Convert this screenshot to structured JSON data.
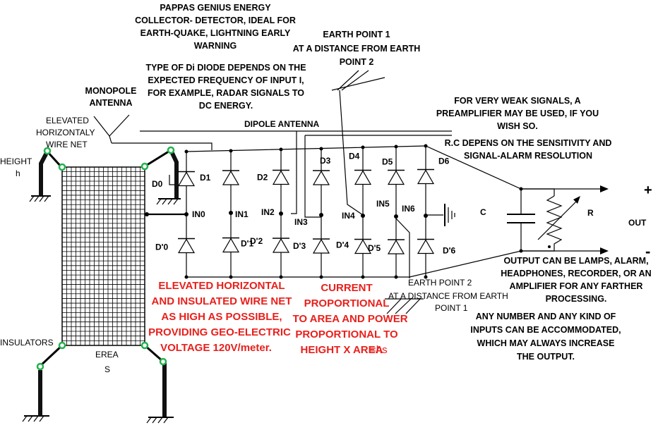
{
  "labels": {
    "title": [
      "PAPPAS GENIUS ENERGY",
      "COLLECTOR- DETECTOR, IDEAL FOR",
      "EARTH-QUAKE, LIGHTNING EARLY",
      "WARNING"
    ],
    "diode_note": [
      "TYPE OF Di DIODE DEPENDS ON THE",
      "EXPECTED FREQUENCY OF INPUT I,",
      "FOR EXAMPLE, RADAR SIGNALS TO",
      "DC ENERGY."
    ],
    "earth_point_1": [
      "EARTH POINT 1",
      "AT A DISTANCE FROM EARTH",
      "POINT 2"
    ],
    "monopole": [
      "MONOPOLE",
      "ANTENNA"
    ],
    "elevated_net": [
      "ELEVATED",
      "HORIZONTALY",
      "WIRE NET"
    ],
    "dipole": "DIPOLE ANTENNA",
    "preamp": [
      "FOR VERY WEAK SIGNALS, A",
      "PREAMPLIFIER MAY BE USED, IF YOU",
      "WISH SO."
    ],
    "rc": [
      "R.C DEPENS ON THE SENSITIVITY AND",
      "SIGNAL-ALARM RESOLUTION"
    ],
    "height": [
      "HEIGHT",
      "h"
    ],
    "d0": "D0",
    "diodes_top": [
      "D1",
      "D2",
      "D3",
      "D4",
      "D5",
      "D6"
    ],
    "diodes_bottom": [
      "D'0",
      "D'1",
      "D'2",
      "D'3",
      "D'4",
      "D'5",
      "D'6"
    ],
    "inputs": [
      "IN0",
      "IN1",
      "IN2",
      "IN3",
      "IN4",
      "IN5",
      "IN6"
    ],
    "cap": "C",
    "res": "R",
    "out": "OUT",
    "plus": "+",
    "minus": "-",
    "output_note": [
      "OUTPUT CAN BE LAMPS, ALARM,",
      "HEADPHONES, RECORDER, OR AN",
      "AMPLIFIER FOR ANY FARTHER",
      "PROCESSING."
    ],
    "inputs_note": [
      "ANY NUMBER AND ANY KIND OF",
      "INPUTS CAN BE ACCOMMODATED,",
      "WHICH MAY ALWAYS INCREASE",
      "THE OUTPUT."
    ],
    "earth_point_2": [
      "EARTH  POINT 2",
      "AT A DISTANCE FROM EARTH",
      "POINT 1"
    ],
    "insulators": "INSULATORS",
    "area": [
      "EREA",
      "S"
    ],
    "red_net": [
      "ELEVATED HORIZONTAL",
      "AND INSULATED WIRE NET",
      "AS HIGH AS POSSIBLE,",
      "PROVIDING GEO-ELECTRIC",
      "VOLTAGE 120V/meter."
    ],
    "red_current": [
      "CURRENT",
      "PROPORTIONAL",
      "TO AREA AND POWER",
      "PROPORTIONAL TO",
      "HEIGHT X AREA"
    ],
    "hs_eq": "=hs"
  },
  "colors": {
    "red_text": "#e8201c",
    "insulator": "#22b14c",
    "wire": "#000000"
  }
}
